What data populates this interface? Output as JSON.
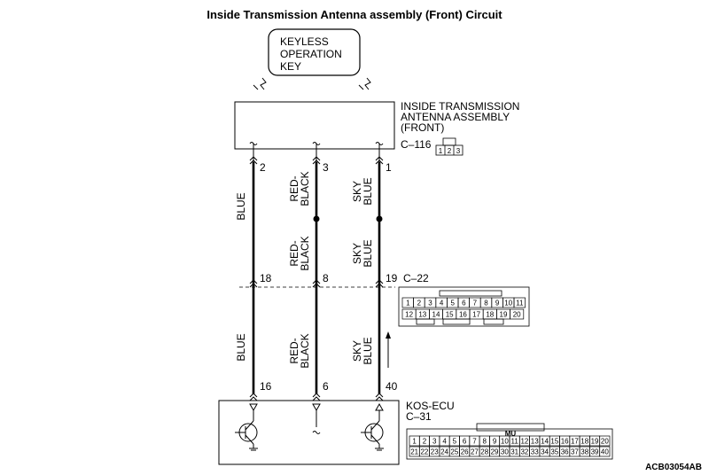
{
  "title": "Inside Transmission Antenna assembly (Front) Circuit",
  "key_box": {
    "line1": "KEYLESS",
    "line2": "OPERATION",
    "line3": "KEY"
  },
  "antenna": {
    "line1": "INSIDE TRANSMISSION",
    "line2": "ANTENNA ASSEMBLY",
    "line3": "(FRONT)",
    "connector": "C–116"
  },
  "c116_pins": [
    "1",
    "2",
    "3"
  ],
  "wires": [
    {
      "top_pin": "2",
      "mid_pin": "18",
      "bottom_pin": "16",
      "upper": [
        "BLUE"
      ],
      "middle": [],
      "lower": [
        "BLUE"
      ]
    },
    {
      "top_pin": "3",
      "mid_pin": "8",
      "bottom_pin": "6",
      "upper": [
        "RED-",
        "BLACK"
      ],
      "middle": [
        "RED-",
        "BLACK"
      ],
      "lower": [
        "RED-",
        "BLACK"
      ]
    },
    {
      "top_pin": "1",
      "mid_pin": "19",
      "bottom_pin": "40",
      "upper": [
        "SKY",
        "BLUE"
      ],
      "middle": [
        "SKY",
        "BLUE"
      ],
      "lower": [
        "SKY",
        "BLUE"
      ]
    }
  ],
  "junction": {
    "connector": "C–22"
  },
  "c22_row1": [
    "1",
    "2",
    "3",
    "4",
    "5",
    "6",
    "7",
    "8",
    "9",
    "10",
    "11"
  ],
  "c22_row2": [
    "12",
    "13",
    "14",
    "15",
    "16",
    "17",
    "18",
    "19",
    "20"
  ],
  "ecu": {
    "name": "KOS-ECU",
    "connector": "C–31",
    "tag": "MU"
  },
  "c31_row1": [
    "1",
    "2",
    "3",
    "4",
    "5",
    "6",
    "7",
    "8",
    "9",
    "10",
    "11",
    "12",
    "13",
    "14",
    "15",
    "16",
    "17",
    "18",
    "19",
    "20"
  ],
  "c31_row2": [
    "21",
    "22",
    "23",
    "24",
    "25",
    "26",
    "27",
    "28",
    "29",
    "30",
    "31",
    "32",
    "33",
    "34",
    "35",
    "36",
    "37",
    "38",
    "39",
    "40"
  ],
  "figure_code": "ACB03054AB"
}
